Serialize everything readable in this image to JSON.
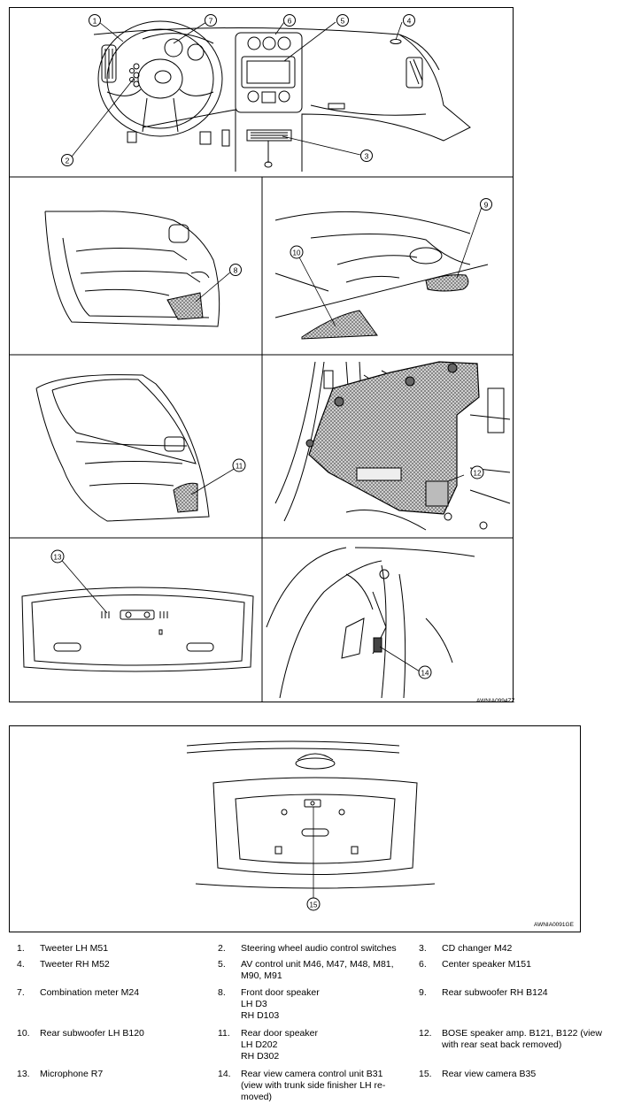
{
  "figures": {
    "top_figure_code": "AWNIA0994ZZ",
    "bottom_figure_code": "AWNIA0091GE"
  },
  "callouts": [
    "1",
    "2",
    "3",
    "4",
    "5",
    "6",
    "7",
    "8",
    "9",
    "10",
    "11",
    "12",
    "13",
    "14",
    "15"
  ],
  "legend": [
    {
      "num": "1.",
      "text": "Tweeter LH M51"
    },
    {
      "num": "2.",
      "text": "Steering wheel audio control switches"
    },
    {
      "num": "3.",
      "text": "CD changer M42"
    },
    {
      "num": "4.",
      "text": "Tweeter RH M52"
    },
    {
      "num": "5.",
      "text": "AV control unit M46, M47, M48, M81,\nM90, M91"
    },
    {
      "num": "6.",
      "text": "Center speaker M151"
    },
    {
      "num": "7.",
      "text": "Combination meter M24"
    },
    {
      "num": "8.",
      "text": "Front door speaker\nLH D3\nRH D103"
    },
    {
      "num": "9.",
      "text": "Rear subwoofer RH B124"
    },
    {
      "num": "10.",
      "text": "Rear subwoofer LH B120"
    },
    {
      "num": "11.",
      "text": "Rear door speaker\nLH D202\nRH D302"
    },
    {
      "num": "12.",
      "text": "BOSE speaker amp. B121, B122 (view\nwith rear seat back removed)"
    },
    {
      "num": "13.",
      "text": "Microphone R7"
    },
    {
      "num": "14.",
      "text": "Rear view camera control unit B31\n(view with trunk side finisher LH re-\nmoved)"
    },
    {
      "num": "15.",
      "text": "Rear view camera B35"
    }
  ]
}
